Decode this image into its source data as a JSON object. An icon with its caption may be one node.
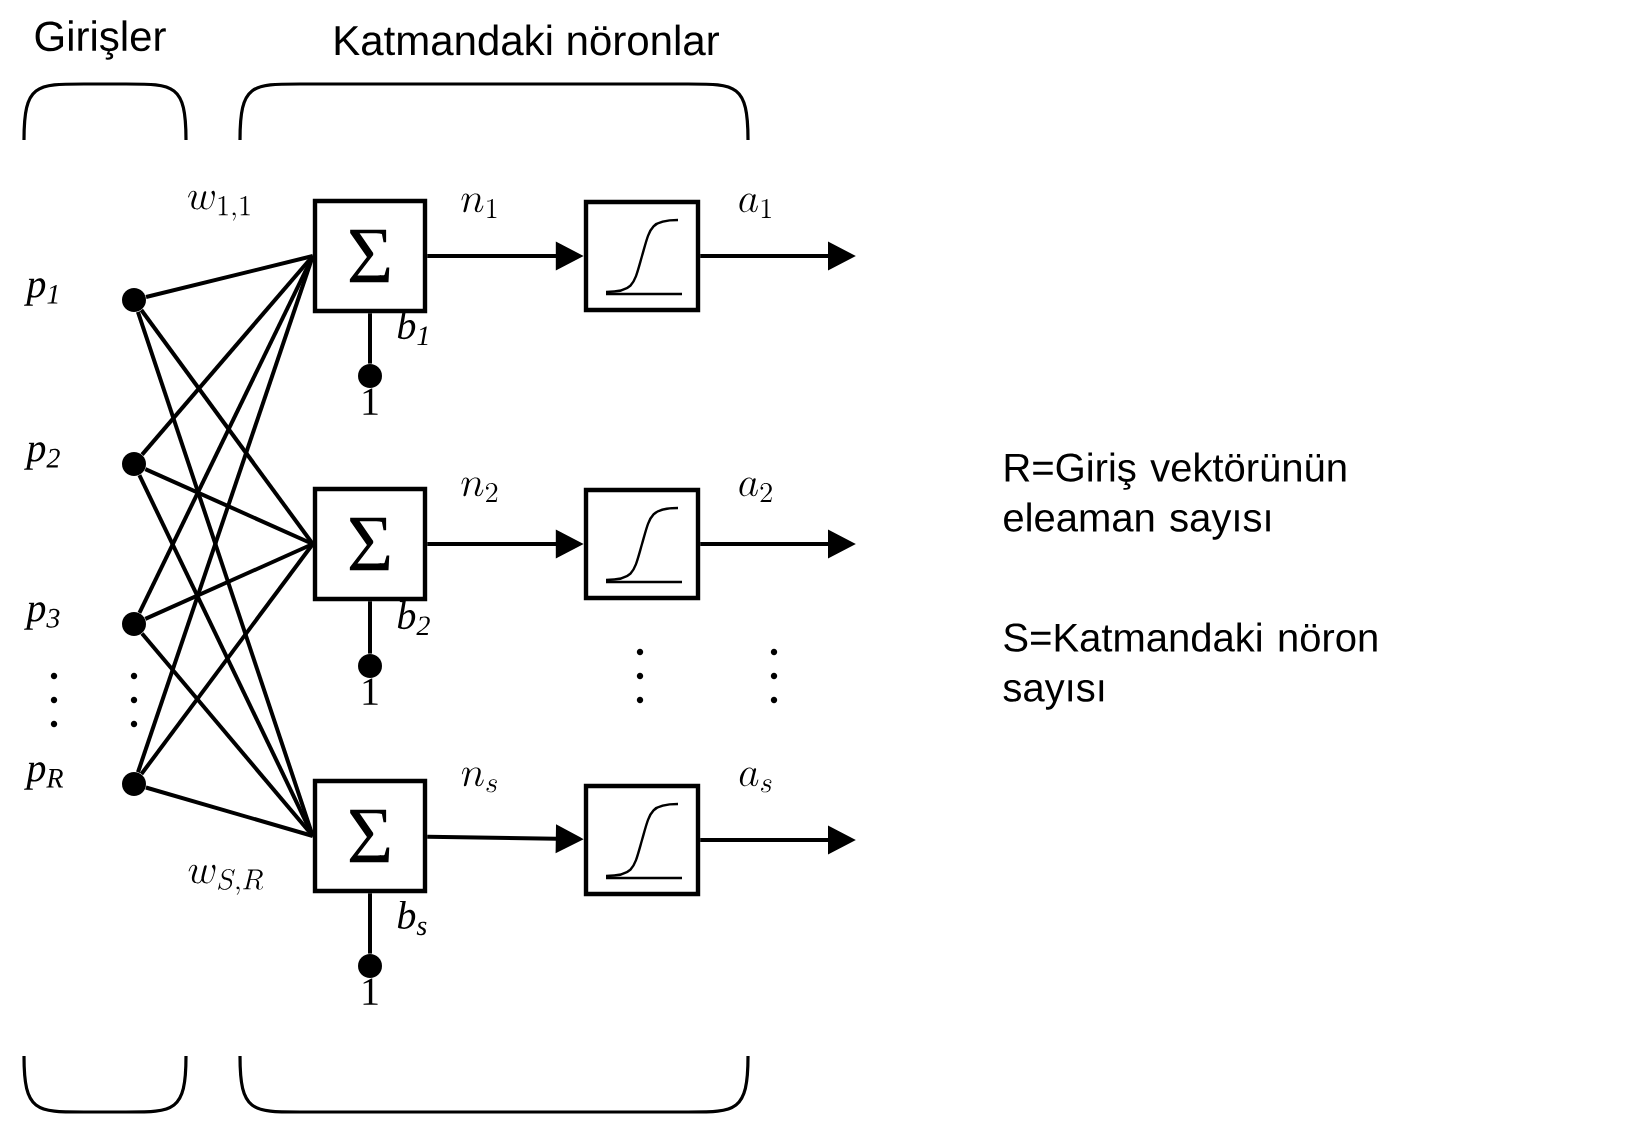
{
  "diagram": {
    "nodes": [
      {
        "text": [],
        "shape": "circle",
        "beside": [
          "p$_{1}$"
        ]
      },
      {
        "text": [],
        "shape": "circle",
        "beside": [
          "p$_{2}$"
        ]
      },
      {
        "text": [],
        "shape": "circle",
        "beside": [
          "p$_{3}$"
        ]
      },
      {
        "text": [],
        "shape": "circle",
        "beside": [
          "p$_{R}$"
        ]
      },
      {
        "text": [
          "Σ"
        ]
      },
      {
        "text": [
          "Σ"
        ]
      },
      {
        "text": [
          "Σ"
        ]
      },
      {
        "text": [],
        "shape": "box"
      },
      {
        "text": [],
        "shape": "box"
      },
      {
        "text": [],
        "shape": "box"
      },
      {
        "text": [],
        "shape": "circle",
        "beside": [
          "b$_{1}$",
          "1"
        ]
      },
      {
        "text": [],
        "shape": "circle",
        "beside": [
          "b$_{2}$",
          "1"
        ]
      },
      {
        "text": [],
        "shape": "circle",
        "beside": [
          "b$_{s}$",
          "1"
        ]
      }
    ],
    "edges": [
      {
        "from": 0,
        "to": 4,
        "arrow": "none",
        "label": "w_{1,1}"
      },
      {
        "from": 1,
        "to": 4,
        "arrow": "none"
      },
      {
        "from": 2,
        "to": 4,
        "arrow": "none"
      },
      {
        "from": 3,
        "to": 4,
        "arrow": "none"
      },
      {
        "from": 0,
        "to": 5,
        "arrow": "none"
      },
      {
        "from": 1,
        "to": 5,
        "arrow": "none"
      },
      {
        "from": 2,
        "to": 5,
        "arrow": "none"
      },
      {
        "from": 3,
        "to": 5,
        "arrow": "none"
      },
      {
        "from": 0,
        "to": 6,
        "arrow": "none"
      },
      {
        "from": 1,
        "to": 6,
        "arrow": "none"
      },
      {
        "from": 2,
        "to": 6,
        "arrow": "none"
      },
      {
        "from": 3,
        "to": 6,
        "arrow": "none",
        "label": "w_{S,R}"
      },
      {
        "from": 10,
        "to": 4,
        "arrow": "none"
      },
      {
        "from": 11,
        "to": 5,
        "arrow": "none"
      },
      {
        "from": 12,
        "to": 6,
        "arrow": "none"
      },
      {
        "from": 4,
        "to": 7,
        "arrow": "to",
        "label": "n_{1}"
      },
      {
        "from": 5,
        "to": 8,
        "arrow": "to",
        "label": "n_{2}"
      },
      {
        "from": 6,
        "to": 9,
        "arrow": "to",
        "label": "n_{s}"
      },
      {
        "from": 7,
        "to": null,
        "arrow": "to",
        "label": "a_{1}"
      },
      {
        "from": 8,
        "to": null,
        "arrow": "to",
        "label": "a_{2}"
      },
      {
        "from": 9,
        "to": null,
        "arrow": "to",
        "label": "a_{s}"
      }
    ],
    "labels": [
      "Girişler",
      "Katmandaki nöronlar",
      "R=Giriş vektörünün eleaman sayısı",
      "S=Katmandaki nöron sayısı"
    ]
  }
}
